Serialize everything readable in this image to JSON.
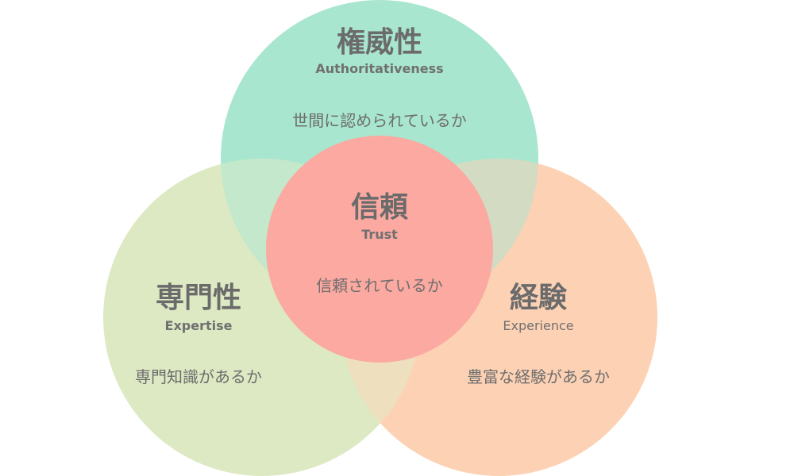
{
  "colors": {
    "authority": "#a8e6cf",
    "expertise": "#dde9c3",
    "experience": "#fdd2b4",
    "trust": "#fca9a1",
    "authority_expertise": "#c4e8cb",
    "authority_experience": "#d3dbc2",
    "expertise_experience": "#eedfbe",
    "text": "#6e6e6e"
  },
  "authority": {
    "title": "権威性",
    "subtitle": "Authoritativeness",
    "description": "世間に認められているか"
  },
  "expertise": {
    "title": "専門性",
    "subtitle": "Expertise",
    "description": "専門知識があるか"
  },
  "experience": {
    "title": "経験",
    "subtitle": "Experience",
    "description": "豊富な経験があるか"
  },
  "trust": {
    "title": "信頼",
    "subtitle": "Trust",
    "description": "信頼されているか"
  }
}
